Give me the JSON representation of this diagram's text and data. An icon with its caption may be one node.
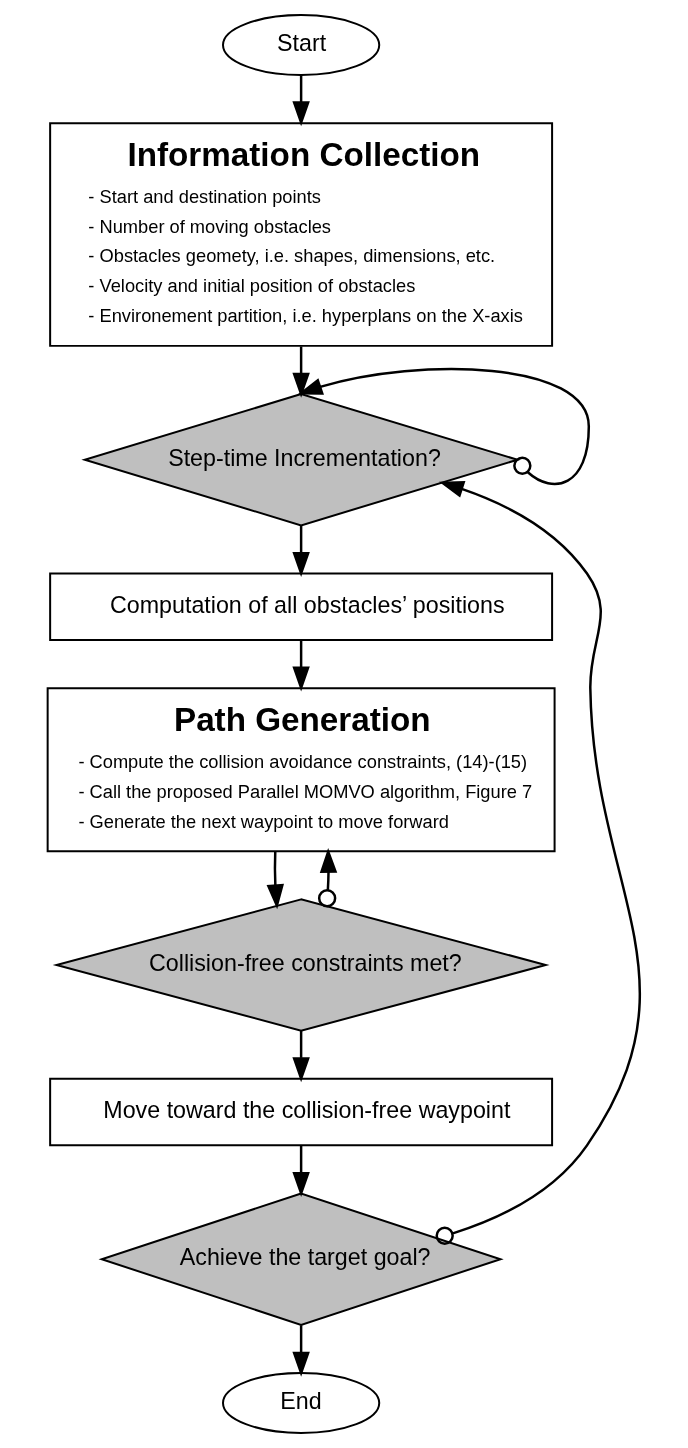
{
  "diagram": {
    "nodes": [
      {
        "text": [
          "Start"
        ]
      },
      {
        "text": [
          "Information Collection",
          "- Start and destination points",
          "- Number of moving obstacles",
          "- Obstacles geomety, i.e. shapes, dimensions, etc.",
          "- Velocity and initial position of obstacles",
          "- Environement partition, i.e. hyperplans on the X-axis"
        ]
      },
      {
        "text": [
          "Step-time Incrementation?"
        ]
      },
      {
        "text": [
          "Computation of all obstacles’ positions"
        ]
      },
      {
        "text": [
          "Path Generation",
          "- Compute the collision avoidance constraints, (14)-(15)",
          "- Call the proposed Parallel MOMVO algorithm, Figure 7",
          "- Generate the next waypoint to move forward"
        ]
      },
      {
        "text": [
          "Collision-free constraints met?"
        ]
      },
      {
        "text": [
          "Move toward the collision-free waypoint"
        ]
      },
      {
        "text": [
          "Achieve the target goal?"
        ]
      },
      {
        "text": [
          "End"
        ]
      }
    ],
    "edges": [
      {
        "from": 0,
        "to": 1,
        "arrow": "to"
      },
      {
        "from": 1,
        "to": 2,
        "arrow": "to"
      },
      {
        "from": 2,
        "to": 2,
        "arrow": "to"
      },
      {
        "from": 2,
        "to": 3,
        "arrow": "to"
      },
      {
        "from": 3,
        "to": 4,
        "arrow": "to"
      },
      {
        "from": 4,
        "to": 5,
        "arrow": "to"
      },
      {
        "from": 5,
        "to": 4,
        "arrow": "to"
      },
      {
        "from": 5,
        "to": 6,
        "arrow": "to"
      },
      {
        "from": 6,
        "to": 7,
        "arrow": "to"
      },
      {
        "from": 7,
        "to": 2,
        "arrow": "to"
      },
      {
        "from": 7,
        "to": 8,
        "arrow": "to"
      }
    ]
  }
}
